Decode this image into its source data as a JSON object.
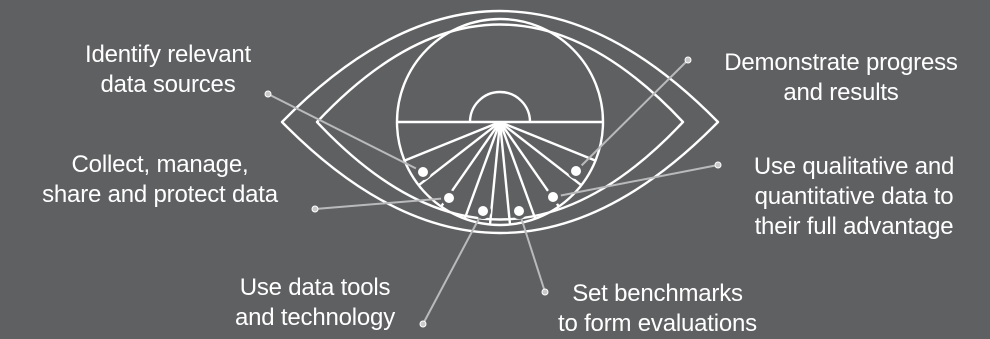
{
  "colors": {
    "background": "#5f6062",
    "eye_stroke": "#ffffff",
    "leader_line": "#b9babb",
    "text": "#ffffff"
  },
  "labels": {
    "identify": {
      "line1": "Identify relevant",
      "line2": "data sources"
    },
    "collect": {
      "line1": "Collect, manage,",
      "line2": "share and protect data"
    },
    "tools": {
      "line1": "Use data tools",
      "line2": "and technology"
    },
    "benchmarks": {
      "line1": "Set benchmarks",
      "line2": "to form evaluations"
    },
    "demonstrate": {
      "line1": "Demonstrate progress",
      "line2": "and results"
    },
    "qualitative": {
      "line1": "Use qualitative and",
      "line2": "quantitative data to",
      "line3": "their full advantage"
    }
  }
}
